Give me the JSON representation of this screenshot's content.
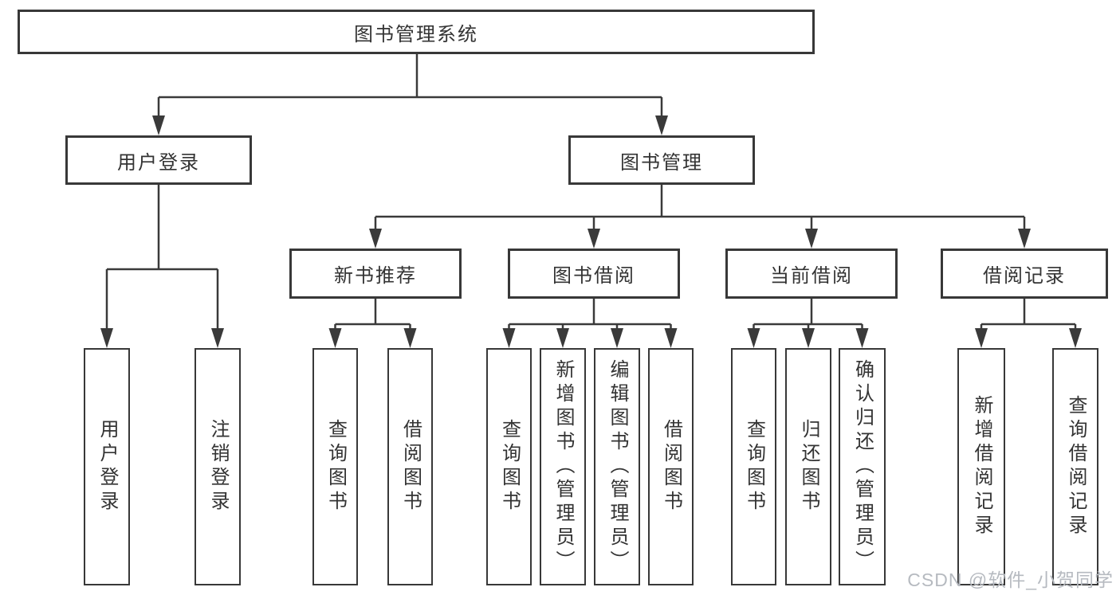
{
  "diagram": {
    "root": {
      "label": "图书管理系统"
    },
    "branches": [
      {
        "label": "用户登录",
        "children": [
          {
            "label": "用户登录"
          },
          {
            "label": "注销登录"
          }
        ]
      },
      {
        "label": "图书管理",
        "children": [
          {
            "label": "新书推荐",
            "children": [
              {
                "label": "查询图书"
              },
              {
                "label": "借阅图书"
              }
            ]
          },
          {
            "label": "图书借阅",
            "children": [
              {
                "label": "查询图书"
              },
              {
                "label": "新增图书（管理员）"
              },
              {
                "label": "编辑图书（管理员）"
              },
              {
                "label": "借阅图书"
              }
            ]
          },
          {
            "label": "当前借阅",
            "children": [
              {
                "label": "查询图书"
              },
              {
                "label": "归还图书"
              },
              {
                "label": "确认归还（管理员）"
              }
            ]
          },
          {
            "label": "借阅记录",
            "children": [
              {
                "label": "新增借阅记录"
              },
              {
                "label": "查询借阅记录"
              }
            ]
          }
        ]
      }
    ],
    "watermark": "CSDN @软件_小贺同学",
    "colors": {
      "line": "#3a3a3a",
      "text": "#333333",
      "watermark": "#b6bac0",
      "background": "#ffffff"
    }
  }
}
